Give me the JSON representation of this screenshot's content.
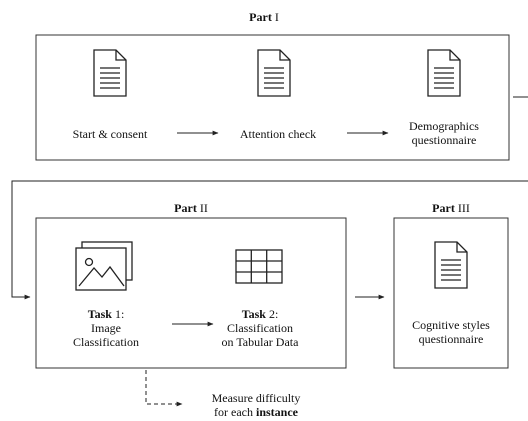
{
  "part1": {
    "title_bold": "Part",
    "title_num": "I",
    "steps": [
      {
        "label": "Start & consent",
        "icon": "document-icon"
      },
      {
        "label": "Attention check",
        "icon": "document-icon"
      },
      {
        "label_line1": "Demographics",
        "label_line2": "questionnaire",
        "icon": "document-icon"
      }
    ]
  },
  "part2": {
    "title_bold": "Part",
    "title_num": "II",
    "task1": {
      "bold": "Task",
      "num": " 1:",
      "line2": "Image",
      "line3": "Classification",
      "icon": "image-gallery-icon"
    },
    "task2": {
      "bold": "Task",
      "num": " 2:",
      "line2": "Classification",
      "line3": "on Tabular Data",
      "icon": "table-grid-icon"
    }
  },
  "part3": {
    "title_bold": "Part",
    "title_num": "III",
    "label_line1": "Cognitive styles",
    "label_line2": "questionnaire",
    "icon": "document-icon"
  },
  "note": {
    "line1": "Measure difficulty",
    "line2_prefix": "for each ",
    "line2_bold": "instance"
  }
}
